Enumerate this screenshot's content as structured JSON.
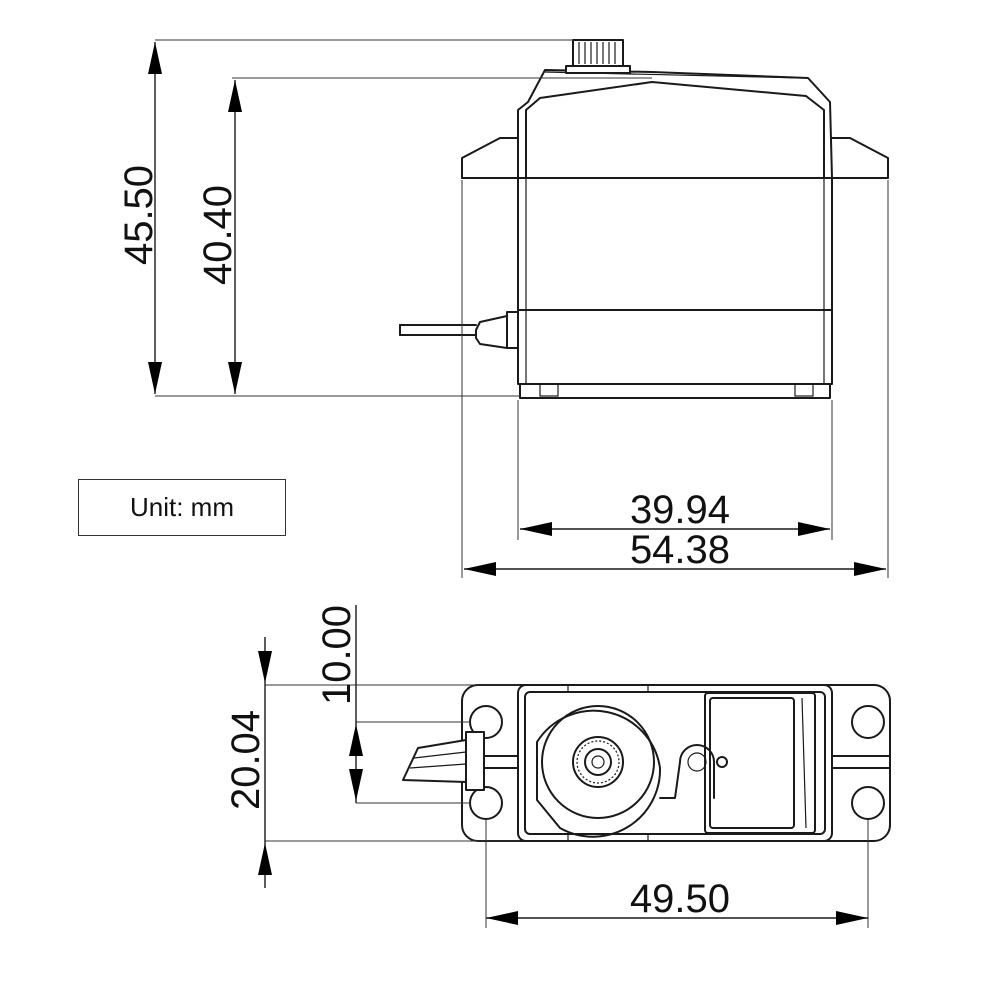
{
  "unit_label": "Unit: mm",
  "dimensions": {
    "total_height": "45.50",
    "body_height": "40.40",
    "body_width": "39.94",
    "width_with_tabs": "54.38",
    "shaft_offset": "10.00",
    "depth": "20.04",
    "hole_spacing": "49.50"
  }
}
